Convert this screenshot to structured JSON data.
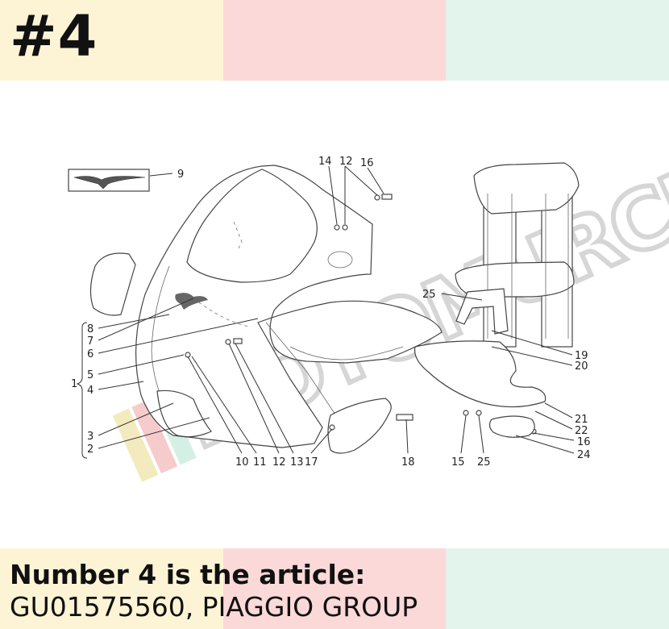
{
  "header": {
    "number": "#4"
  },
  "caption": {
    "line1": "Number 4 is the article:",
    "line2": "GU01575560, PIAGGIO GROUP"
  },
  "watermark": {
    "text": "MOTOMURCIA",
    "colors": [
      "#f2e7b3",
      "#f5c2c2",
      "#cdeee0",
      "#cfcfcf"
    ]
  },
  "callouts": {
    "c1": "1",
    "c2": "2",
    "c3": "3",
    "c4": "4",
    "c5": "5",
    "c6": "6",
    "c7": "7",
    "c8": "8",
    "c9": "9",
    "c10": "10",
    "c11": "11",
    "c12a": "12",
    "c12b": "12",
    "c13": "13",
    "c14": "14",
    "c15": "15",
    "c16a": "16",
    "c16b": "16",
    "c17": "17",
    "c18": "18",
    "c19": "19",
    "c20": "20",
    "c21": "21",
    "c22": "22",
    "c24": "24",
    "c25a": "25",
    "c25b": "25"
  }
}
